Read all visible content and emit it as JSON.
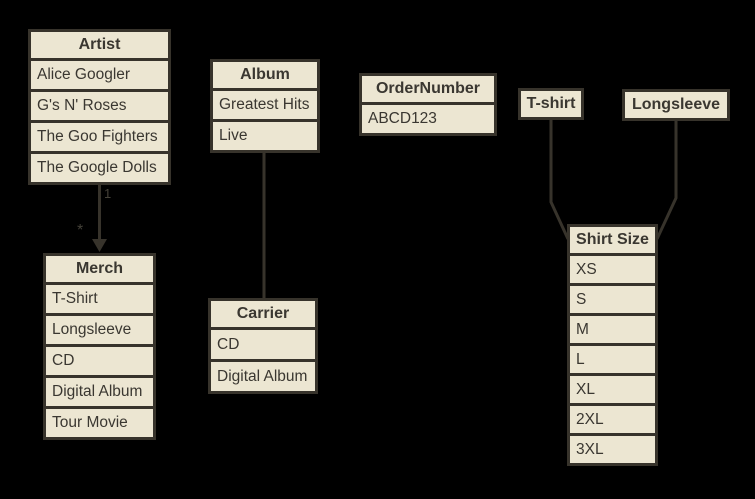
{
  "diagram": {
    "background_color": "#000000",
    "box_fill_color": "#ece6d2",
    "line_color": "#37332b",
    "text_color": "#3a3731"
  },
  "entities": {
    "artist": {
      "title": "Artist",
      "rows": [
        "Alice Googler",
        "G's N' Roses",
        "The Goo Fighters",
        "The Google Dolls"
      ]
    },
    "merch": {
      "title": "Merch",
      "rows": [
        "T-Shirt",
        "Longsleeve",
        "CD",
        "Digital Album",
        "Tour Movie"
      ]
    },
    "album": {
      "title": "Album",
      "rows": [
        "Greatest Hits",
        "Live"
      ]
    },
    "carrier": {
      "title": "Carrier",
      "rows": [
        "CD",
        "Digital Album"
      ]
    },
    "order_number": {
      "title": "OrderNumber",
      "rows": [
        "ABCD123"
      ]
    },
    "tshirt": {
      "title": "T-shirt",
      "rows": []
    },
    "longsleeve": {
      "title": "Longsleeve",
      "rows": []
    },
    "shirt_size": {
      "title": "Shirt Size",
      "rows": [
        "XS",
        "S",
        "M",
        "L",
        "XL",
        "2XL",
        "3XL"
      ]
    }
  },
  "connectors": {
    "artist_to_merch": {
      "source_multiplicity": "1",
      "target_multiplicity": "*"
    }
  }
}
